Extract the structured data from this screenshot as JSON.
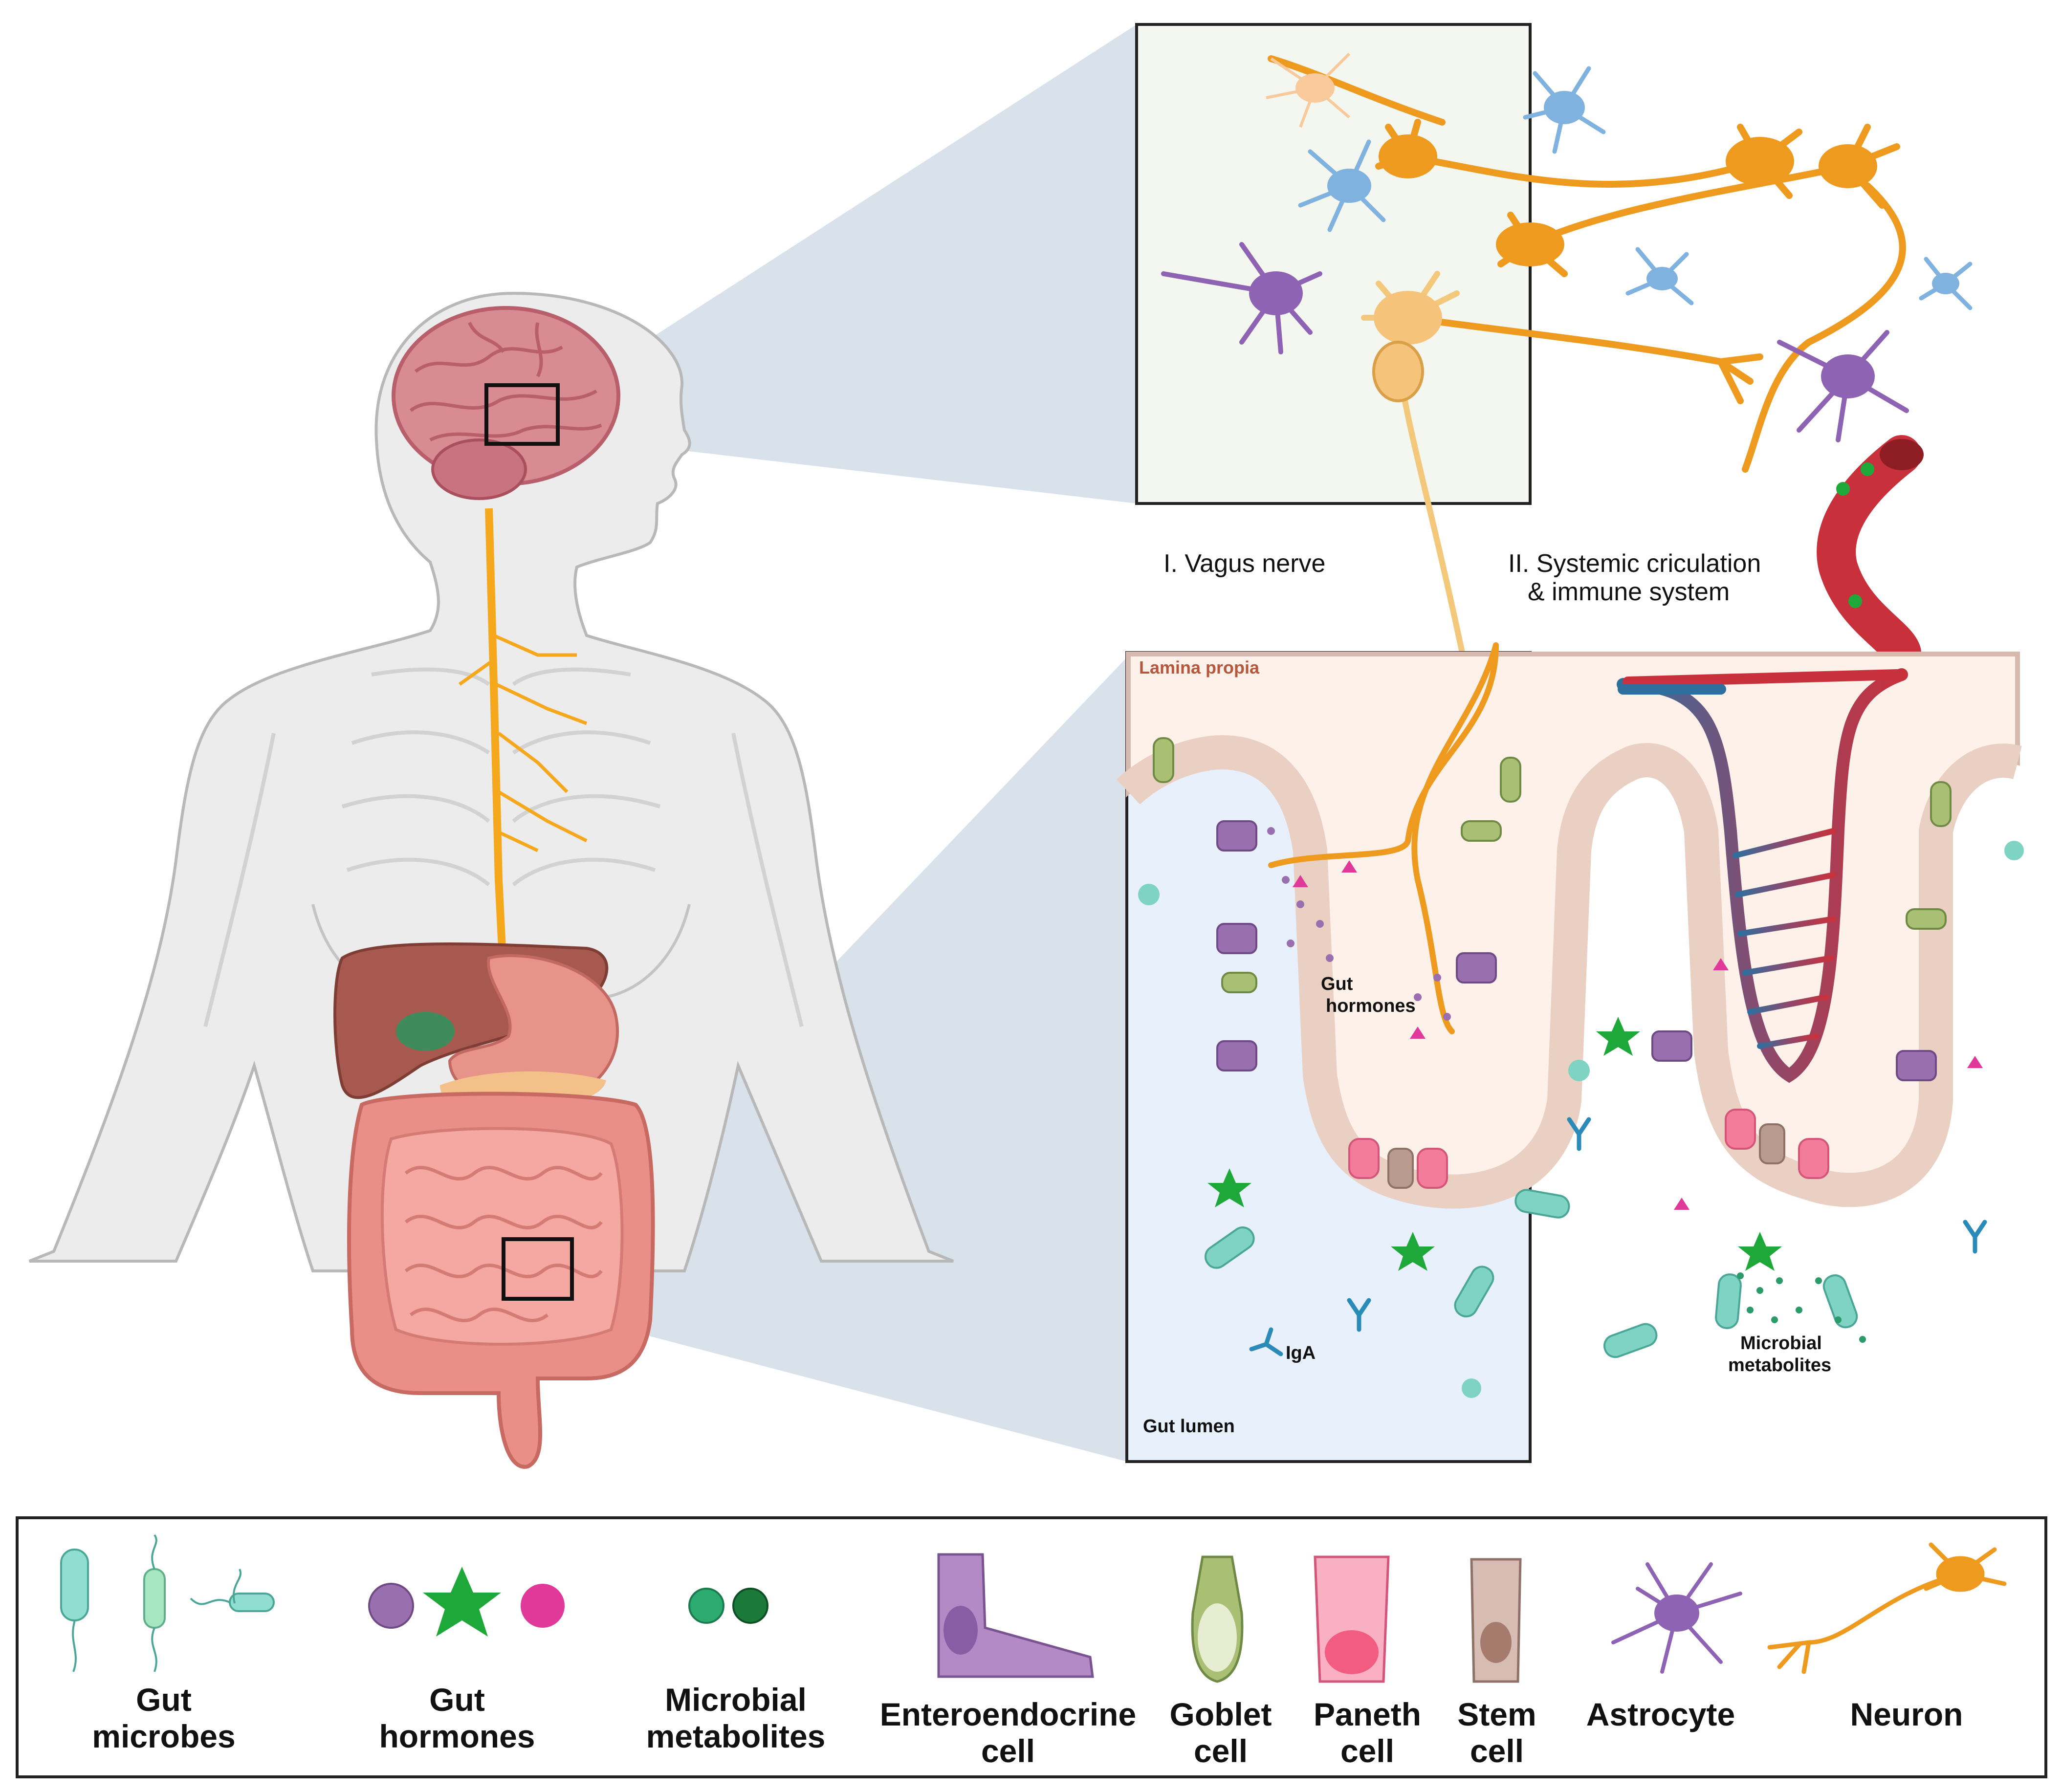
{
  "labels": {
    "vagus_nerve": "I. Vagus nerve",
    "systemic_line1": "II. Systemic criculation",
    "systemic_line2": "& immune system",
    "lamina_propia": "Lamina propia",
    "gut_hormones_line1": "Gut",
    "gut_hormones_line2": "hormones",
    "iga": "IgA",
    "microbial_metabolites_line1": "Microbial",
    "microbial_metabolites_line2": "metabolites",
    "gut_lumen": "Gut lumen"
  },
  "legend": [
    {
      "key": "gut-microbes",
      "line1": "Gut",
      "line2": "microbes"
    },
    {
      "key": "gut-hormones",
      "line1": "Gut",
      "line2": "hormones"
    },
    {
      "key": "microbial-metabolites",
      "line1": "Microbial",
      "line2": "metabolites"
    },
    {
      "key": "enteroendocrine-cell",
      "line1": "Enteroendocrine",
      "line2": "cell"
    },
    {
      "key": "goblet-cell",
      "line1": "Goblet",
      "line2": "cell"
    },
    {
      "key": "paneth-cell",
      "line1": "Paneth",
      "line2": "cell"
    },
    {
      "key": "stem-cell",
      "line1": "Stem",
      "line2": "cell"
    },
    {
      "key": "astrocyte",
      "line1": "Astrocyte",
      "line2": ""
    },
    {
      "key": "neuron",
      "line1": "Neuron",
      "line2": ""
    }
  ],
  "colors": {
    "neuron": "#ee9a1f",
    "astrocyte": "#8e63b3",
    "microglia": "#7fb2de",
    "vessel": "#c8313b",
    "vein": "#2f6f9e",
    "hormone_purple": "#9a6fb0",
    "hormone_green": "#1ea83a",
    "hormone_magenta": "#e0399a",
    "microbe": "#7fd3c3",
    "goblet": "#8aa35a",
    "paneth": "#f27c99",
    "stem": "#b99a8e",
    "lumen_bg": "#e8f1fb",
    "lamina_bg": "#fdf1ea",
    "brain_bg": "#f3f7ef"
  }
}
